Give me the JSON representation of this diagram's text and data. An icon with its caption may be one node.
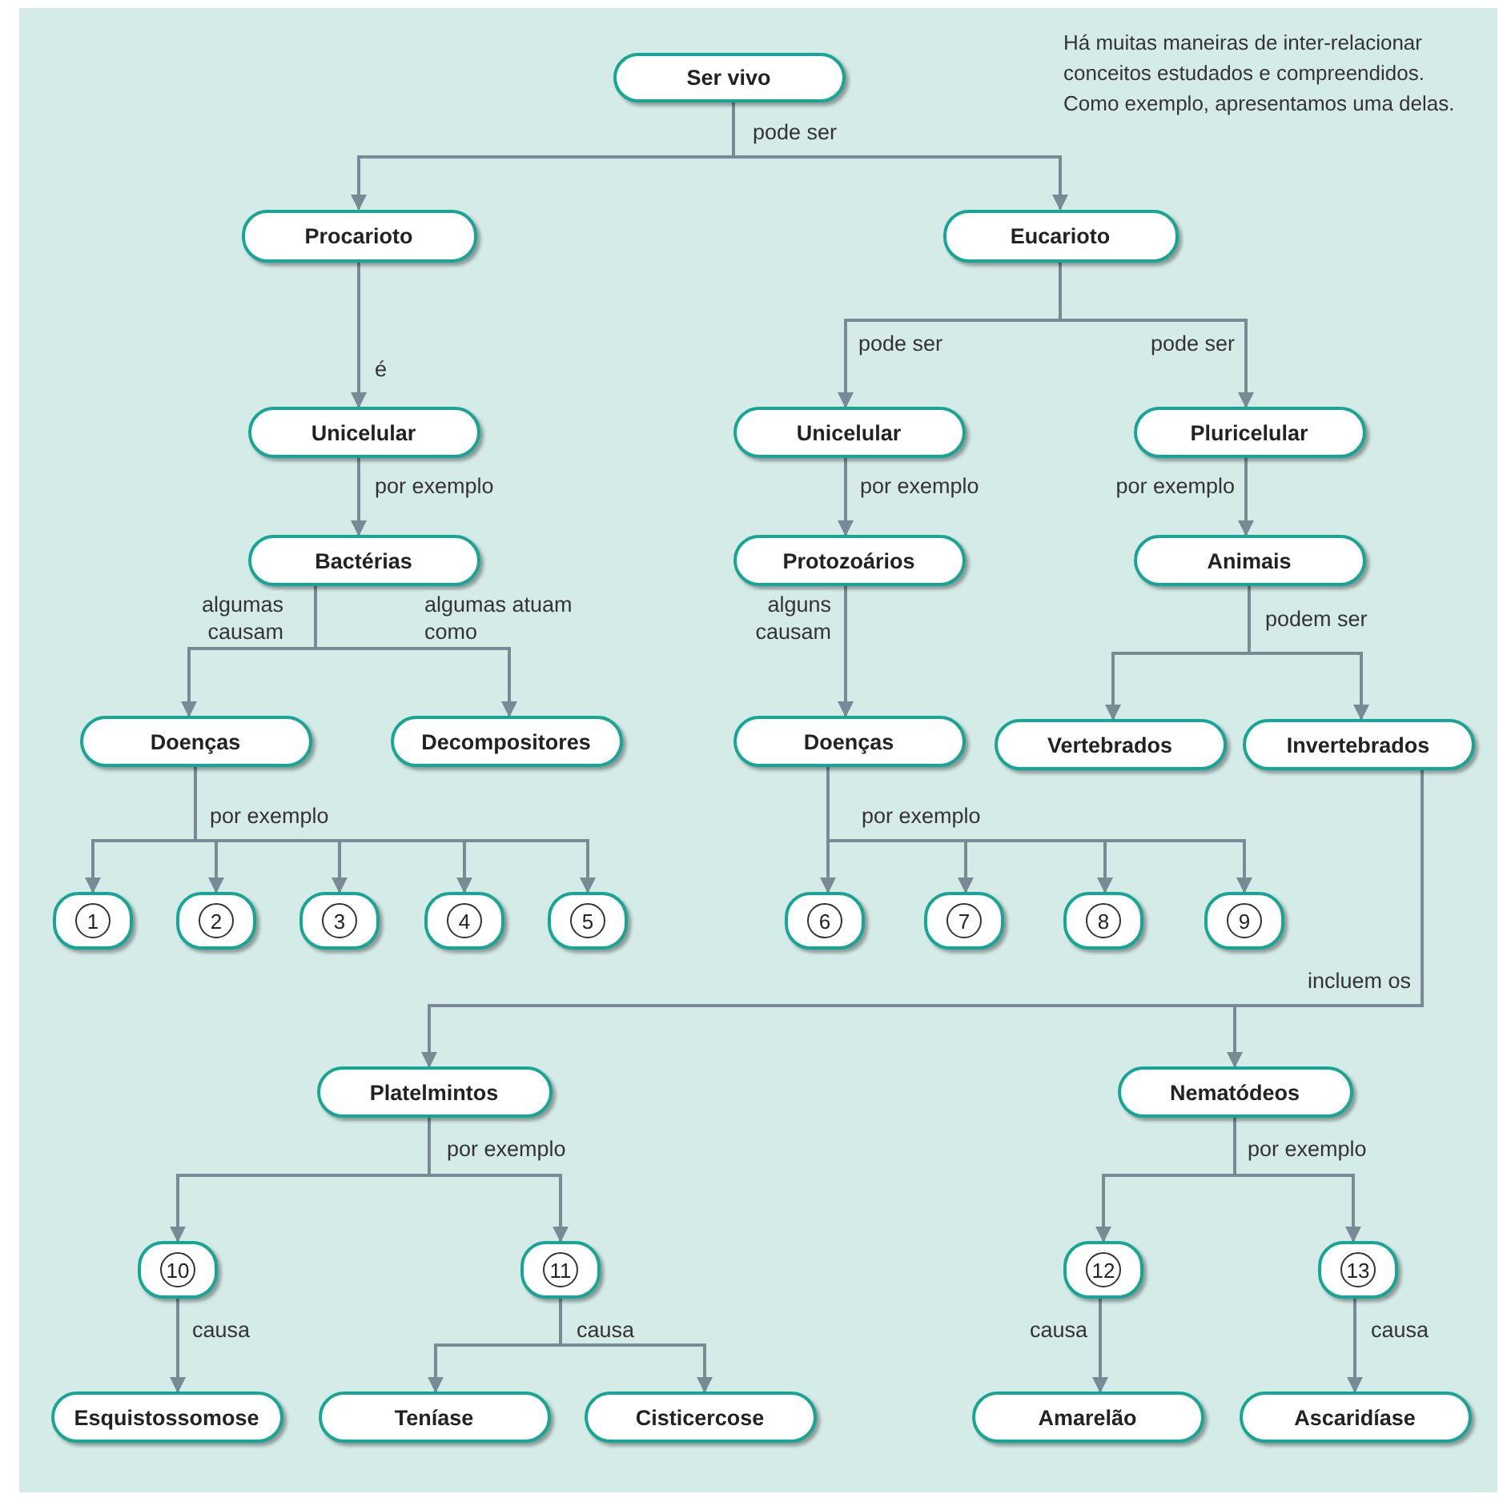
{
  "diagram": {
    "nodes": [
      {
        "text": [
          "Ser vivo"
        ]
      },
      {
        "text": [
          "Procarioto"
        ]
      },
      {
        "text": [
          "Eucarioto"
        ]
      },
      {
        "text": [
          "Unicelular"
        ]
      },
      {
        "text": [
          "Bactérias"
        ]
      },
      {
        "text": [
          "Doenças"
        ]
      },
      {
        "text": [
          "Decompositores"
        ]
      },
      {
        "text": [
          "1"
        ]
      },
      {
        "text": [
          "2"
        ]
      },
      {
        "text": [
          "3"
        ]
      },
      {
        "text": [
          "4"
        ]
      },
      {
        "text": [
          "5"
        ]
      },
      {
        "text": [
          "Unicelular"
        ]
      },
      {
        "text": [
          "Protozoários"
        ]
      },
      {
        "text": [
          "Doenças"
        ]
      },
      {
        "text": [
          "Pluricelular"
        ]
      },
      {
        "text": [
          "Animais"
        ]
      },
      {
        "text": [
          "Vertebrados"
        ]
      },
      {
        "text": [
          "Invertebrados"
        ]
      },
      {
        "text": [
          "6"
        ]
      },
      {
        "text": [
          "7"
        ]
      },
      {
        "text": [
          "8"
        ]
      },
      {
        "text": [
          "9"
        ]
      },
      {
        "text": [
          "Platelmintos"
        ]
      },
      {
        "text": [
          "Nematódeos"
        ]
      },
      {
        "text": [
          "10"
        ]
      },
      {
        "text": [
          "11"
        ]
      },
      {
        "text": [
          "12"
        ]
      },
      {
        "text": [
          "13"
        ]
      },
      {
        "text": [
          "Esquistossomose"
        ]
      },
      {
        "text": [
          "Teníase"
        ]
      },
      {
        "text": [
          "Cisticercose"
        ]
      },
      {
        "text": [
          "Amarelão"
        ]
      },
      {
        "text": [
          "Ascaridíase"
        ]
      }
    ],
    "edges": [
      {
        "from": 0,
        "to": 1,
        "arrow": "to",
        "label": "pode ser"
      },
      {
        "from": 0,
        "to": 2,
        "arrow": "to"
      },
      {
        "from": 1,
        "to": 3,
        "arrow": "to",
        "label": "é"
      },
      {
        "from": 2,
        "to": 12,
        "arrow": "to",
        "label": "pode ser"
      },
      {
        "from": 2,
        "to": 15,
        "arrow": "to",
        "label": "pode ser"
      },
      {
        "from": 3,
        "to": 4,
        "arrow": "to",
        "label": "por exemplo"
      },
      {
        "from": 12,
        "to": 13,
        "arrow": "to",
        "label": "por exemplo"
      },
      {
        "from": 15,
        "to": 16,
        "arrow": "to",
        "label": "por exemplo"
      },
      {
        "from": 4,
        "to": 5,
        "arrow": "to",
        "label": "algumas causam"
      },
      {
        "from": 4,
        "to": 6,
        "arrow": "to",
        "label": "algumas atuam como"
      },
      {
        "from": 13,
        "to": 14,
        "arrow": "to",
        "label": "alguns causam"
      },
      {
        "from": 16,
        "to": 17,
        "arrow": "to",
        "label": "podem ser"
      },
      {
        "from": 16,
        "to": 18,
        "arrow": "to"
      },
      {
        "from": 5,
        "to": 7,
        "arrow": "to",
        "label": "por exemplo"
      },
      {
        "from": 5,
        "to": 8,
        "arrow": "to"
      },
      {
        "from": 5,
        "to": 9,
        "arrow": "to"
      },
      {
        "from": 5,
        "to": 10,
        "arrow": "to"
      },
      {
        "from": 5,
        "to": 11,
        "arrow": "to"
      },
      {
        "from": 14,
        "to": 19,
        "arrow": "to",
        "label": "por exemplo"
      },
      {
        "from": 14,
        "to": 20,
        "arrow": "to"
      },
      {
        "from": 14,
        "to": 21,
        "arrow": "to"
      },
      {
        "from": 14,
        "to": 22,
        "arrow": "to"
      },
      {
        "from": 18,
        "to": 23,
        "arrow": "to",
        "label": "incluem os"
      },
      {
        "from": 18,
        "to": 24,
        "arrow": "to"
      },
      {
        "from": 23,
        "to": 25,
        "arrow": "to",
        "label": "por exemplo"
      },
      {
        "from": 23,
        "to": 26,
        "arrow": "to"
      },
      {
        "from": 24,
        "to": 27,
        "arrow": "to",
        "label": "por exemplo"
      },
      {
        "from": 24,
        "to": 28,
        "arrow": "to"
      },
      {
        "from": 25,
        "to": 29,
        "arrow": "to",
        "label": "causa"
      },
      {
        "from": 26,
        "to": 30,
        "arrow": "to",
        "label": "causa"
      },
      {
        "from": 26,
        "to": 31,
        "arrow": "to"
      },
      {
        "from": 27,
        "to": 32,
        "arrow": "to",
        "label": "causa"
      },
      {
        "from": 28,
        "to": 33,
        "arrow": "to",
        "label": "causa"
      }
    ],
    "labels": [
      "Há muitas maneiras de inter-relacionar conceitos estudados e compreendidos. Como exemplo, apresentamos uma delas."
    ]
  }
}
